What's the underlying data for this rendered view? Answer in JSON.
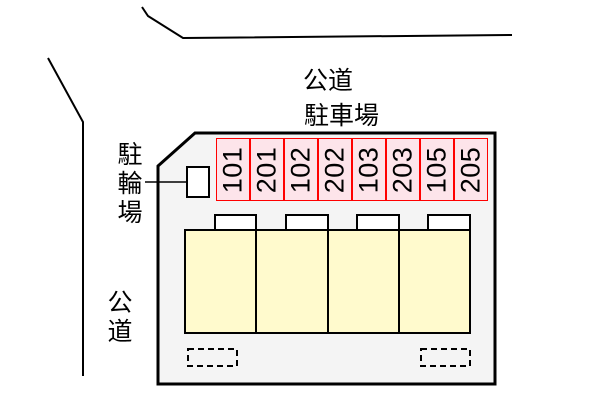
{
  "map": {
    "colors": {
      "lot_fill": "#f4f4f4",
      "building_fill": "#fffacd",
      "parking_fill": "#fde4ea",
      "parking_border": "#ff0000",
      "line": "#000000"
    },
    "labels": {
      "top_road": "公道",
      "parking_lot": "駐車場",
      "bicycle_parking": "駐輪場",
      "left_road": "公道"
    },
    "parking_stalls": [
      "101",
      "201",
      "102",
      "202",
      "103",
      "203",
      "105",
      "205"
    ],
    "buildings": {
      "units": 4
    },
    "dashed_boxes": 2
  }
}
